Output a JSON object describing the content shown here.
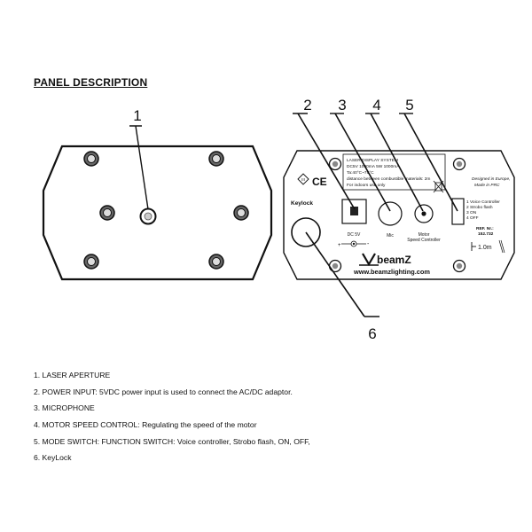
{
  "heading": "PANEL DESCRIPTION",
  "callouts": [
    "1",
    "2",
    "3",
    "4",
    "5",
    "6"
  ],
  "back_panel": {
    "label_lines": [
      "LASER DISPLAY SYSTEM",
      "DC5V  1000mA 5W  1000mA",
      "Ta:40°C~75°C",
      "distance between combustible materials: 2m",
      "For indoors use only"
    ],
    "keylock": "Keylock",
    "dc_label": "DC 5V",
    "mic_label": "Mic",
    "motor_label_1": "Motor",
    "motor_label_2": "Speed Controller",
    "designed_1": "Designed in Europe,",
    "designed_2": "Made in PRC",
    "modes": [
      "1 Voice Controller",
      "2 Strobo flash",
      "3 ON",
      "4 OFF"
    ],
    "ref_label": "REF. Nr.:",
    "ref_number": "152.732",
    "cable_length": "1.0m",
    "brand": "beamZ",
    "website": "www.beamzlighting.com",
    "ce_mark": "CE",
    "class_mark": "III"
  },
  "descriptions": [
    "1. LASER APERTURE",
    "2. POWER INPUT: 5VDC power input is used to connect the AC/DC adaptor.",
    "3. MICROPHONE",
    "4. MOTOR SPEED CONTROL: Regulating the speed of the motor",
    "5. MODE SWITCH: FUNCTION SWITCH: Voice controller, Strobo flash, ON, OFF,",
    "6. KeyLock"
  ]
}
